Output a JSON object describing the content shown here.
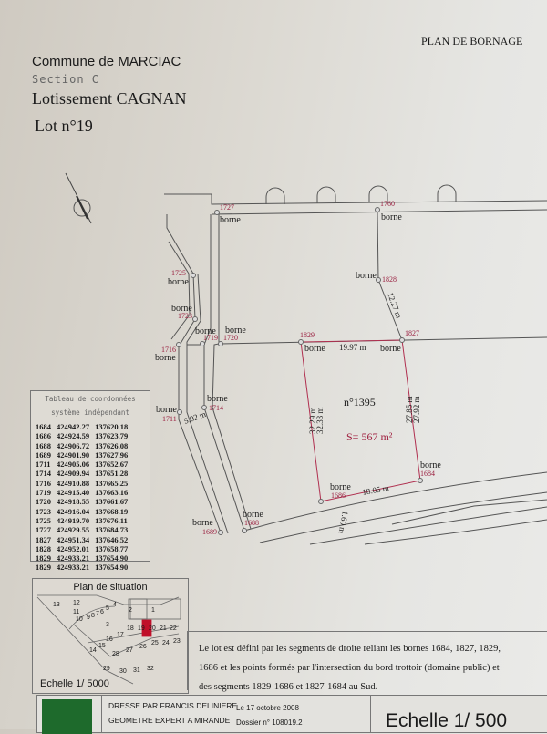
{
  "header": {
    "plan_title": "PLAN DE BORNAGE",
    "commune": "Commune de MARCIAC",
    "section": "Section C",
    "lotissement": "Lotissement CAGNAN",
    "lot": "Lot n°19"
  },
  "plan": {
    "borne_label": "borne",
    "bornes": [
      "1727",
      "1760",
      "1725",
      "1723",
      "1716",
      "1719",
      "1720",
      "1829",
      "1828",
      "1827",
      "1711",
      "1714",
      "1686",
      "1684",
      "1688",
      "1689"
    ],
    "dimensions": [
      "12.27 m",
      "19.97 m",
      "32.29 m",
      "32.33 m",
      "27.85 m",
      "27.92 m",
      "18.05 m",
      "5.02 m",
      "1.60 m"
    ],
    "parcel": "n°1395",
    "surface": "S= 567 m²",
    "colors": {
      "boundary": "#b03050",
      "labels": "#9a2040",
      "lines": "#555555"
    }
  },
  "coordinates_table": {
    "title_line1": "Tableau de coordonnées",
    "title_line2": "système indépendant",
    "rows": [
      [
        "1684",
        "424942.27",
        "137620.18"
      ],
      [
        "1686",
        "424924.59",
        "137623.79"
      ],
      [
        "1688",
        "424906.72",
        "137626.08"
      ],
      [
        "1689",
        "424901.90",
        "137627.96"
      ],
      [
        "1711",
        "424905.06",
        "137652.67"
      ],
      [
        "1714",
        "424909.94",
        "137651.28"
      ],
      [
        "1716",
        "424910.88",
        "137665.25"
      ],
      [
        "1719",
        "424915.40",
        "137663.16"
      ],
      [
        "1720",
        "424918.55",
        "137661.67"
      ],
      [
        "1723",
        "424916.04",
        "137668.19"
      ],
      [
        "1725",
        "424919.70",
        "137676.11"
      ],
      [
        "1727",
        "424929.55",
        "137684.73"
      ],
      [
        "1827",
        "424951.34",
        "137646.52"
      ],
      [
        "1828",
        "424952.01",
        "137658.77"
      ],
      [
        "1829",
        "424933.21",
        "137654.90"
      ],
      [
        "1829",
        "424933.21",
        "137654.90"
      ]
    ]
  },
  "situation": {
    "title": "Plan de situation",
    "scale": "Echelle  1/ 5000",
    "lots": [
      "13",
      "12",
      "11",
      "10",
      "9",
      "8",
      "7",
      "6",
      "5",
      "4",
      "3",
      "2",
      "1",
      "18",
      "19",
      "20",
      "21",
      "22",
      "17",
      "16",
      "15",
      "14",
      "28",
      "27",
      "26",
      "25",
      "24",
      "23",
      "29",
      "30",
      "31",
      "32"
    ],
    "highlight_color": "#c0102a"
  },
  "note": {
    "line1": "Le lot est défini par les segments de droite reliant les bornes 1684, 1827, 1829,",
    "line2": "1686 et les points formés par l'intersection du bord trottoir (domaine public) et",
    "line3": "des segments 1829-1686 et 1827-1684 au Sud."
  },
  "footer": {
    "drawn_by": "DRESSE PAR FRANCIS DELINIERE",
    "title": "GEOMETRE EXPERT A MIRANDE",
    "date": "Le 17 octobre 2008",
    "dossier": "Dossier n° 108019.2",
    "scale": "Echelle  1/ 500",
    "logo_color": "#1e6a2c"
  }
}
